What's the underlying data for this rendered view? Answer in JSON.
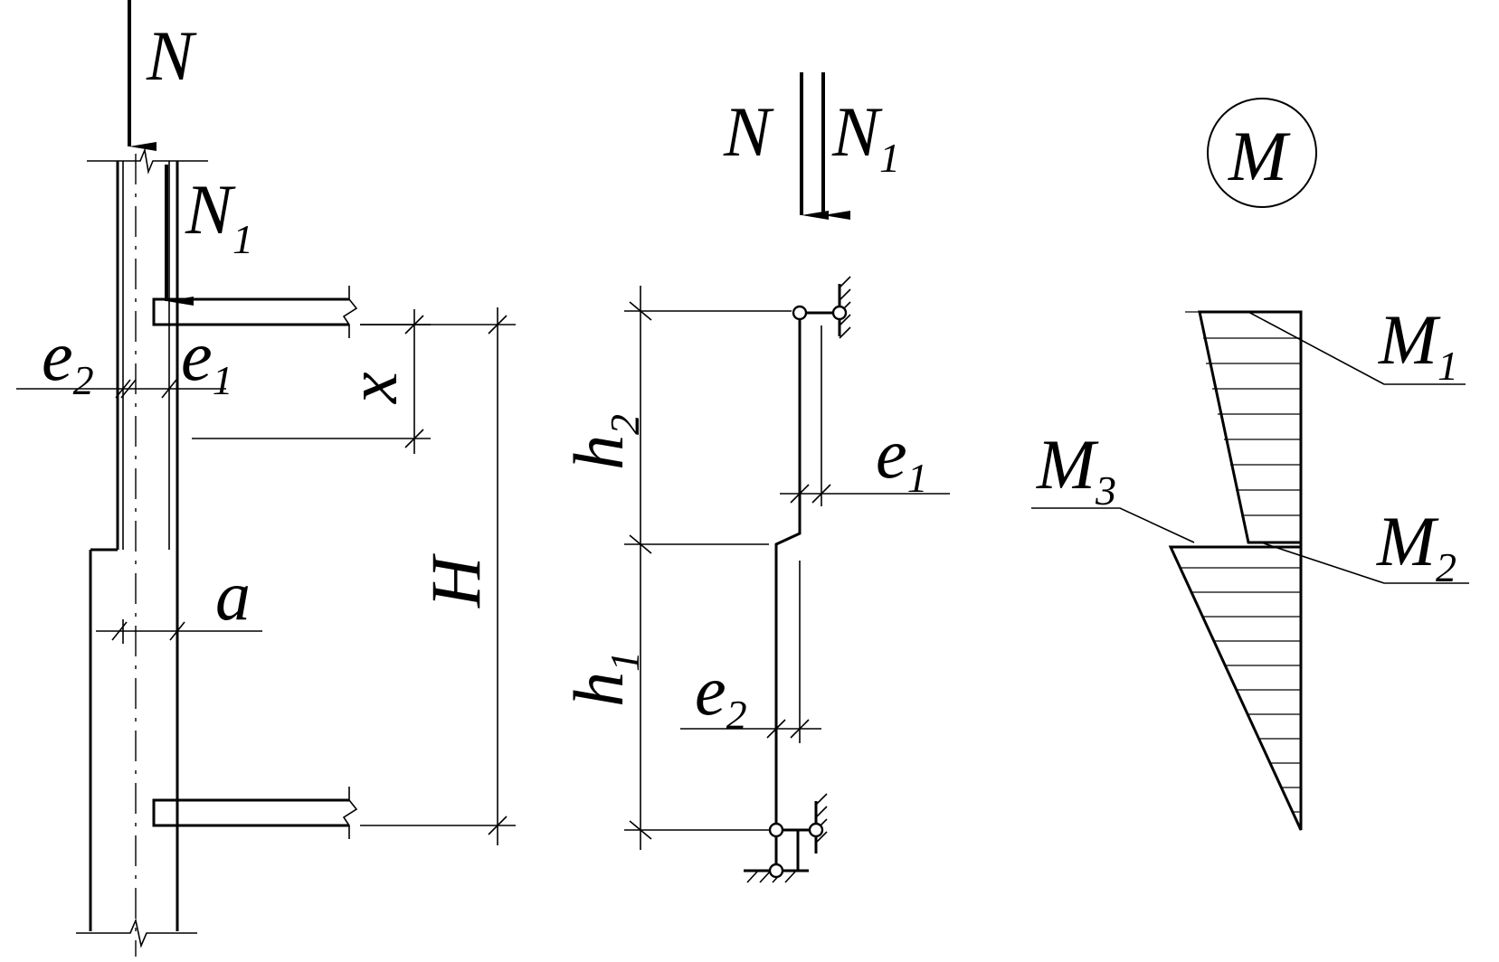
{
  "column_elevation": {
    "load_top": "N",
    "load_bracket": {
      "main": "N",
      "sub": "1"
    },
    "eccentricity_lower": {
      "main": "e",
      "sub": "2"
    },
    "eccentricity_upper": {
      "main": "e",
      "sub": "1"
    },
    "dim_x": "x",
    "dim_a": "a",
    "dim_height": "H"
  },
  "calc_model": {
    "load_n": "N",
    "load_n1": {
      "main": "N",
      "sub": "1"
    },
    "height_upper": {
      "main": "h",
      "sub": "2"
    },
    "height_lower": {
      "main": "h",
      "sub": "1"
    },
    "eccentricity_upper": {
      "main": "e",
      "sub": "1"
    },
    "eccentricity_lower": {
      "main": "e",
      "sub": "2"
    }
  },
  "moment_diagram": {
    "symbol": "M",
    "m1": {
      "main": "M",
      "sub": "1"
    },
    "m2": {
      "main": "M",
      "sub": "2"
    },
    "m3": {
      "main": "M",
      "sub": "3"
    }
  }
}
